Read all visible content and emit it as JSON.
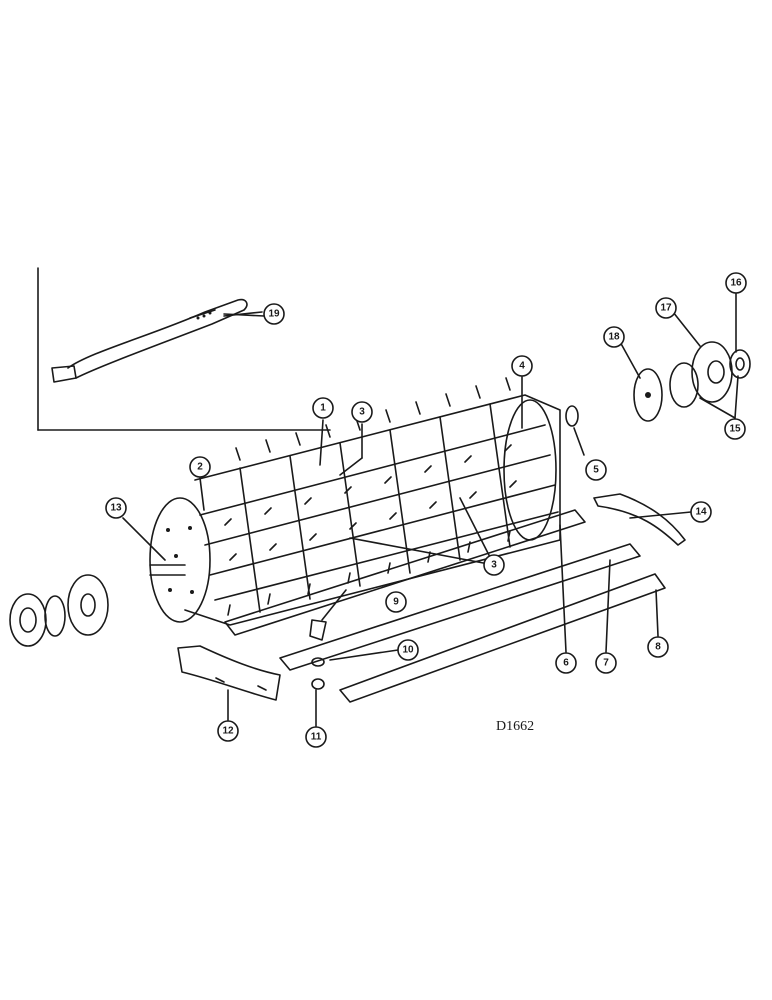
{
  "drawing_number": "D1662",
  "callouts": [
    {
      "id": "c1",
      "label": "1"
    },
    {
      "id": "c2",
      "label": "2"
    },
    {
      "id": "c3a",
      "label": "3"
    },
    {
      "id": "c3b",
      "label": "3"
    },
    {
      "id": "c4",
      "label": "4"
    },
    {
      "id": "c5",
      "label": "5"
    },
    {
      "id": "c6",
      "label": "6"
    },
    {
      "id": "c7",
      "label": "7"
    },
    {
      "id": "c8",
      "label": "8"
    },
    {
      "id": "c9",
      "label": "9"
    },
    {
      "id": "c10",
      "label": "10"
    },
    {
      "id": "c11",
      "label": "11"
    },
    {
      "id": "c12",
      "label": "12"
    },
    {
      "id": "c13",
      "label": "13"
    },
    {
      "id": "c14",
      "label": "14"
    },
    {
      "id": "c15",
      "label": "15"
    },
    {
      "id": "c16",
      "label": "16"
    },
    {
      "id": "c17",
      "label": "17"
    },
    {
      "id": "c18",
      "label": "18"
    },
    {
      "id": "c19",
      "label": "19"
    }
  ]
}
